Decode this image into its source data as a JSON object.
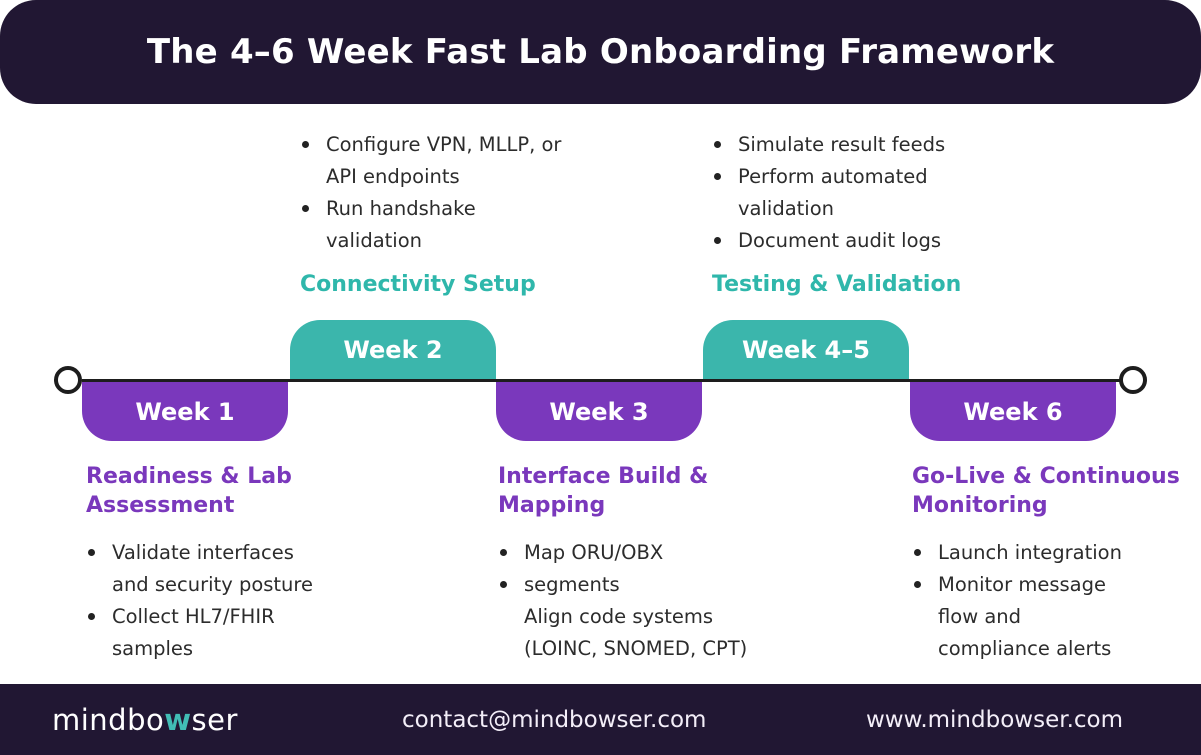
{
  "colors": {
    "purple": "#7a38bc",
    "teal": "#3bb6ac",
    "teal_heading": "#2fb7ab",
    "dark": "#211733"
  },
  "header": {
    "title": "The 4–6 Week Fast Lab Onboarding Framework"
  },
  "phases": [
    {
      "week": "Week 1",
      "placement": "below",
      "heading": "Readiness & Lab\nAssessment",
      "bullets": [
        "Validate interfaces\nand security posture",
        "Collect HL7/FHIR\nsamples"
      ]
    },
    {
      "week": "Week 2",
      "placement": "above",
      "heading": "Connectivity Setup",
      "bullets": [
        "Configure VPN, MLLP, or\nAPI endpoints",
        "Run handshake\nvalidation"
      ]
    },
    {
      "week": "Week 3",
      "placement": "below",
      "heading": "Interface Build &\nMapping",
      "bullets": [
        "Map ORU/OBX",
        "segments\nAlign code systems\n(LOINC, SNOMED, CPT)"
      ]
    },
    {
      "week": "Week 4–5",
      "placement": "above",
      "heading": "Testing & Validation",
      "bullets": [
        "Simulate result feeds",
        "Perform automated\nvalidation",
        "Document audit logs"
      ]
    },
    {
      "week": "Week 6",
      "placement": "below",
      "heading": "Go-Live & Continuous\nMonitoring",
      "bullets": [
        "Launch integration",
        "Monitor message\nflow and\ncompliance alerts"
      ]
    }
  ],
  "footer": {
    "logo": {
      "pre": "mindbo",
      "accent": "w",
      "post": "ser"
    },
    "email": "contact@mindbowser.com",
    "website": "www.mindbowser.com"
  }
}
